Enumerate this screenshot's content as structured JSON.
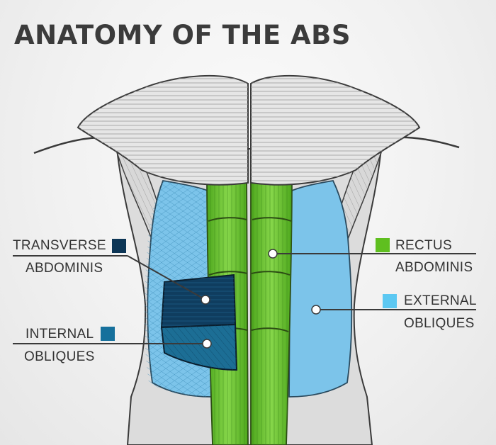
{
  "title": "ANATOMY OF THE ABS",
  "labels": {
    "transverse": {
      "line1": "TRANSVERSE",
      "line2": "ABDOMINIS",
      "color": "#0d3656"
    },
    "internal": {
      "line1": "INTERNAL",
      "line2": "OBLIQUES",
      "color": "#16709c"
    },
    "rectus": {
      "line1": "RECTUS",
      "line2": "ABDOMINIS",
      "color": "#5fbf1f"
    },
    "external": {
      "line1": "EXTERNAL",
      "line2": "OBLIQUES",
      "color": "#5cc8f2"
    }
  },
  "colors": {
    "pectoral": "#e6e6e6",
    "external_obliques": "#7cc4ea",
    "rectus": "#6cc43a",
    "transverse": "#0f3d5f",
    "internal_obliques": "#1c6e95",
    "outline": "#3a3a3a"
  }
}
